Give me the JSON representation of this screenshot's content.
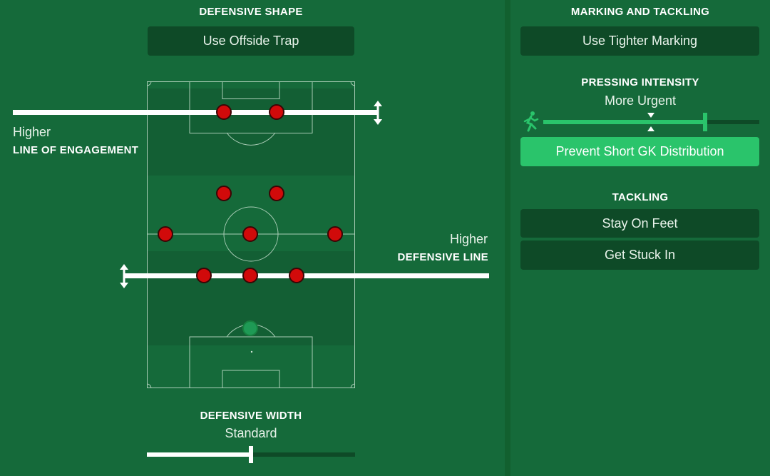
{
  "defensive_shape": {
    "heading": "DEFENSIVE SHAPE",
    "offside_button": "Use Offside Trap"
  },
  "line_of_engagement": {
    "value": "Higher",
    "label": "LINE OF ENGAGEMENT"
  },
  "defensive_line": {
    "value": "Higher",
    "label": "DEFENSIVE LINE"
  },
  "defensive_width": {
    "heading": "DEFENSIVE WIDTH",
    "value": "Standard",
    "level": 0.5
  },
  "marking_tackling": {
    "heading": "MARKING AND TACKLING",
    "marking_button": "Use Tighter Marking"
  },
  "pressing": {
    "heading": "PRESSING INTENSITY",
    "value": "More Urgent",
    "level": 0.75,
    "gk_button": "Prevent Short GK Distribution"
  },
  "tackling": {
    "heading": "TACKLING",
    "options": [
      "Stay On Feet",
      "Get Stuck In"
    ]
  },
  "colors": {
    "background": "#156a3a",
    "button": "#0e4a27",
    "accent": "#2ac46b",
    "player": "#d10a0a",
    "goalkeeper": "#1e9a55"
  },
  "icons": [
    "vertical-arrows-icon",
    "running-player-icon"
  ]
}
